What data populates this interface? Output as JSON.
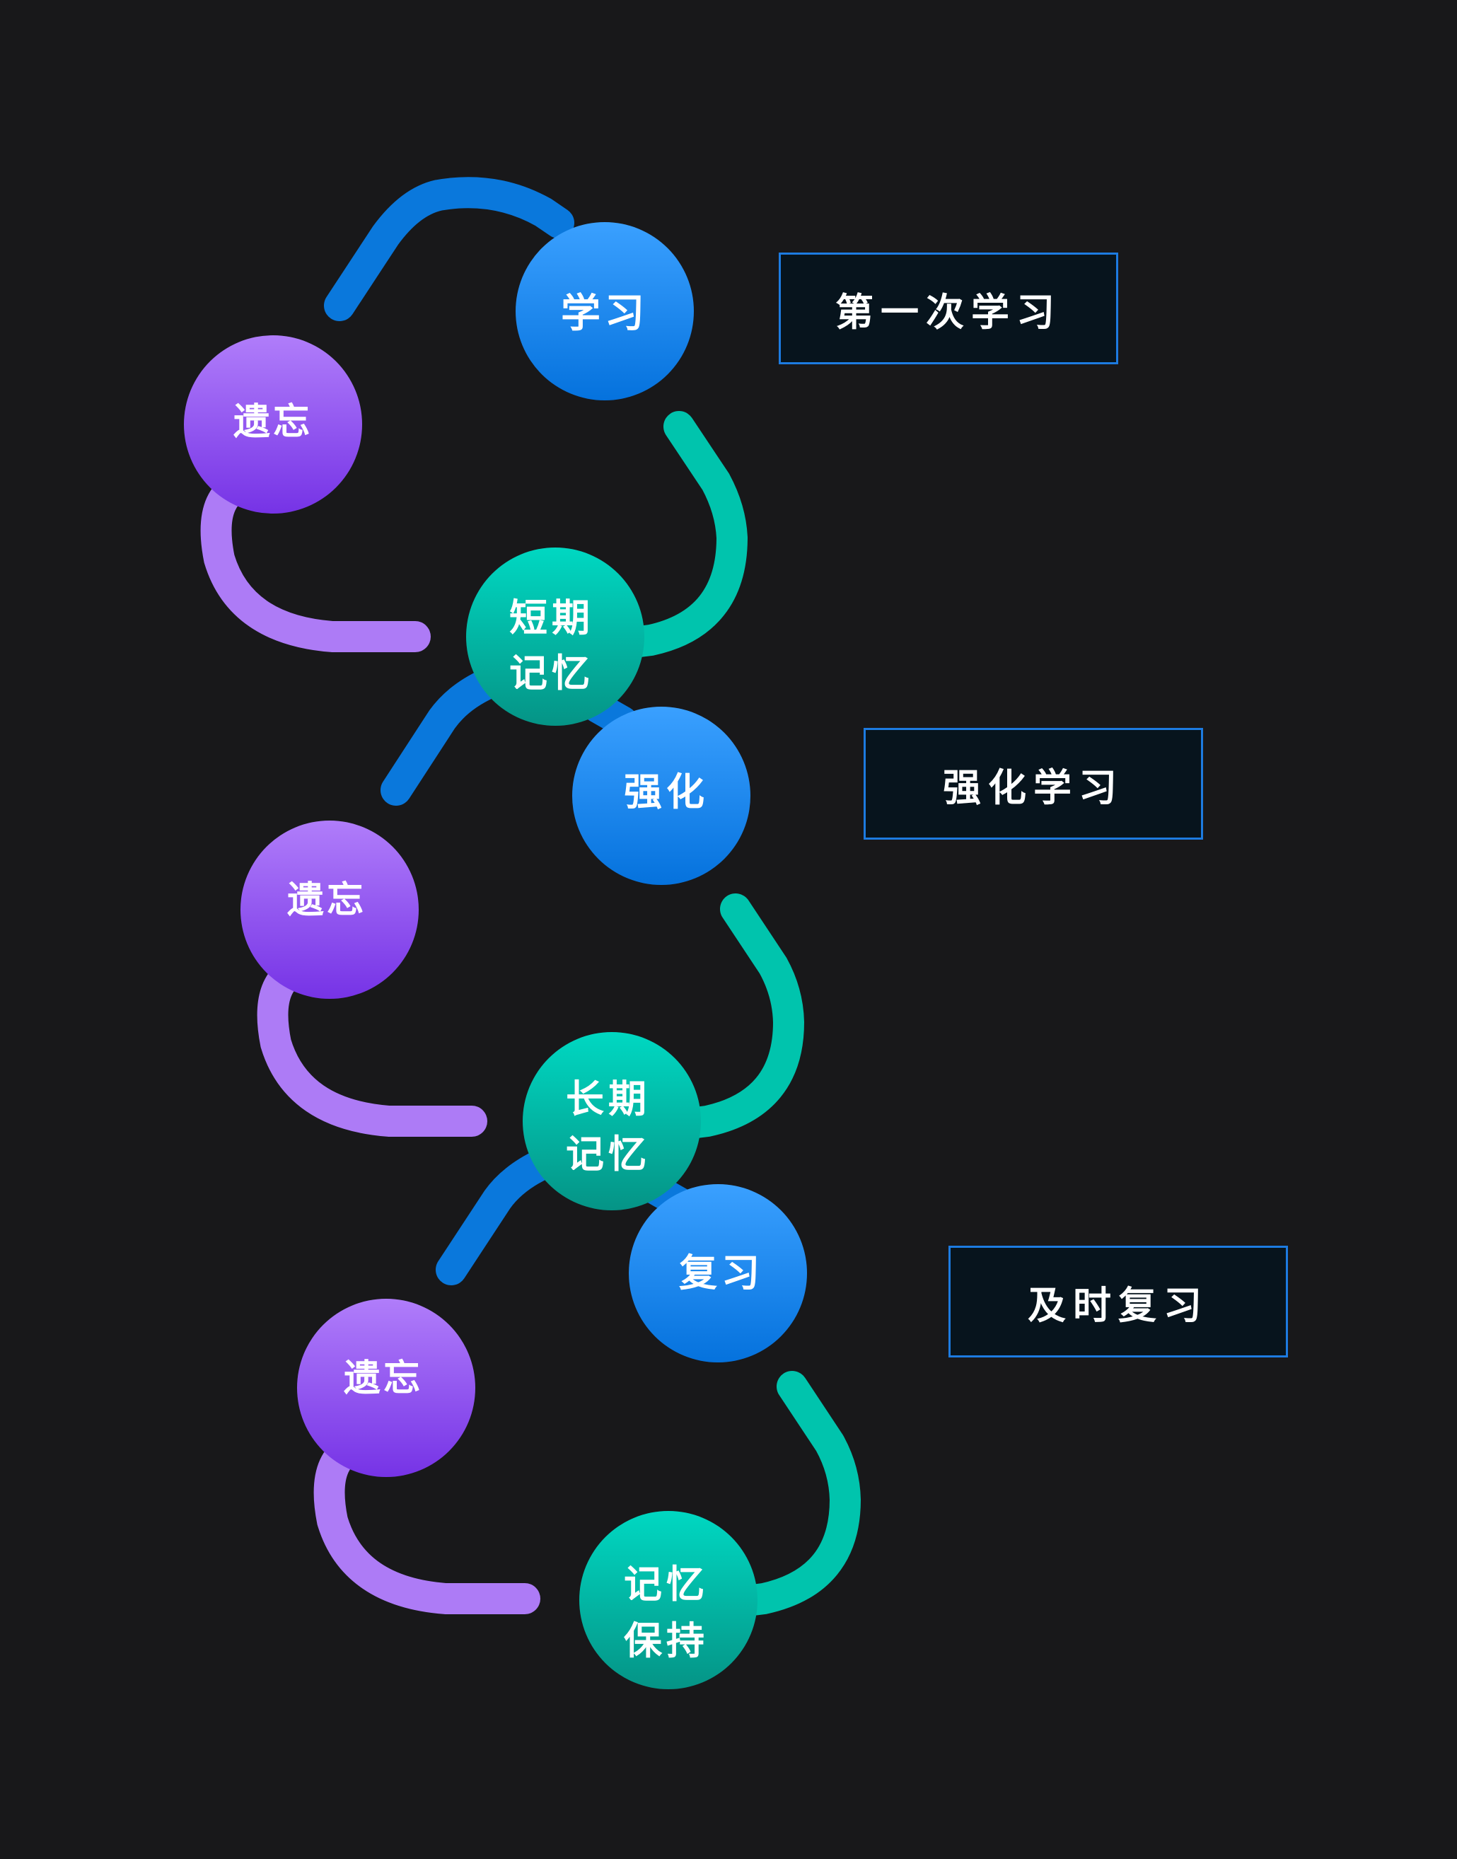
{
  "colors": {
    "background": "#18181a",
    "blue_arc": "#0a78dc",
    "teal_arc": "#00c4ad",
    "purple_arc": "#ad7bf6",
    "label_border": "#1d7be0",
    "label_fill": "#07141d"
  },
  "nodes": {
    "learn": {
      "line1": "学习",
      "line2": ""
    },
    "forget1": {
      "line1": "遗忘",
      "line2": ""
    },
    "short_term": {
      "line1": "短期",
      "line2": "记忆"
    },
    "reinforce": {
      "line1": "强化",
      "line2": ""
    },
    "forget2": {
      "line1": "遗忘",
      "line2": ""
    },
    "long_term": {
      "line1": "长期",
      "line2": "记忆"
    },
    "review": {
      "line1": "复习",
      "line2": ""
    },
    "forget3": {
      "line1": "遗忘",
      "line2": ""
    },
    "retention": {
      "line1": "记忆",
      "line2": "保持"
    }
  },
  "labels": {
    "first_study": "第一次学习",
    "intensive_study": "强化学习",
    "timely_review": "及时复习"
  }
}
